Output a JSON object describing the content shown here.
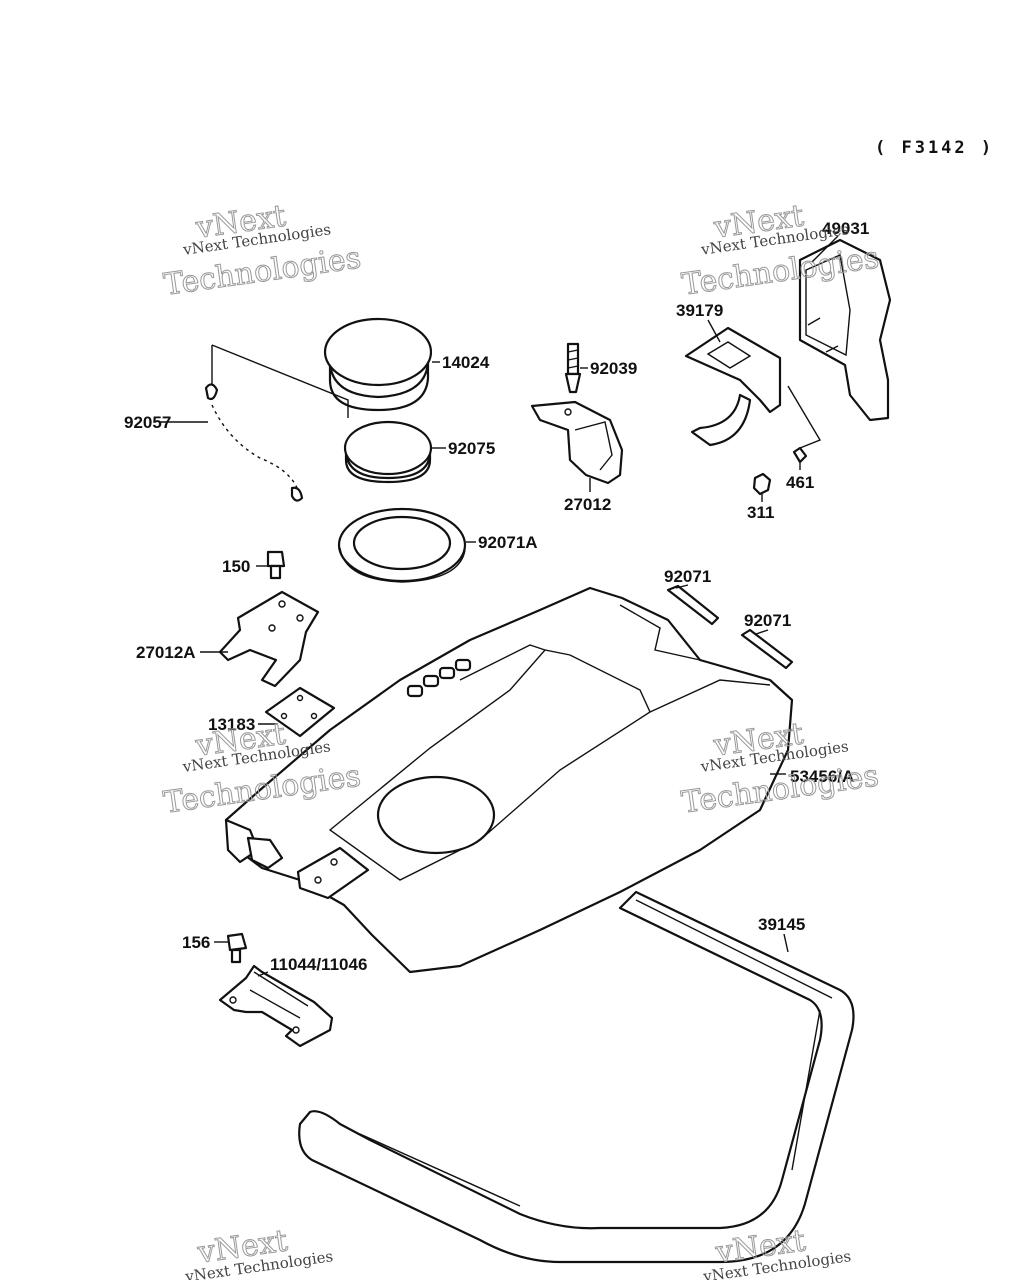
{
  "ref_code": "( F3142 )",
  "watermark": {
    "line1": "vNext",
    "line2": "vNext Technologies",
    "line3": "Technologies"
  },
  "labels": {
    "p49031": "49031",
    "p39179": "39179",
    "p14024": "14024",
    "p92039": "92039",
    "p92057": "92057",
    "p92075": "92075",
    "p27012": "27012",
    "p461": "461",
    "p311": "311",
    "p92071A": "92071A",
    "p92071_1": "92071",
    "p150": "150",
    "p92071_2": "92071",
    "p27012A": "27012A",
    "p13183": "13183",
    "p53456A": "53456/A",
    "p39145": "39145",
    "p156": "156",
    "p11044": "11044/11046"
  }
}
